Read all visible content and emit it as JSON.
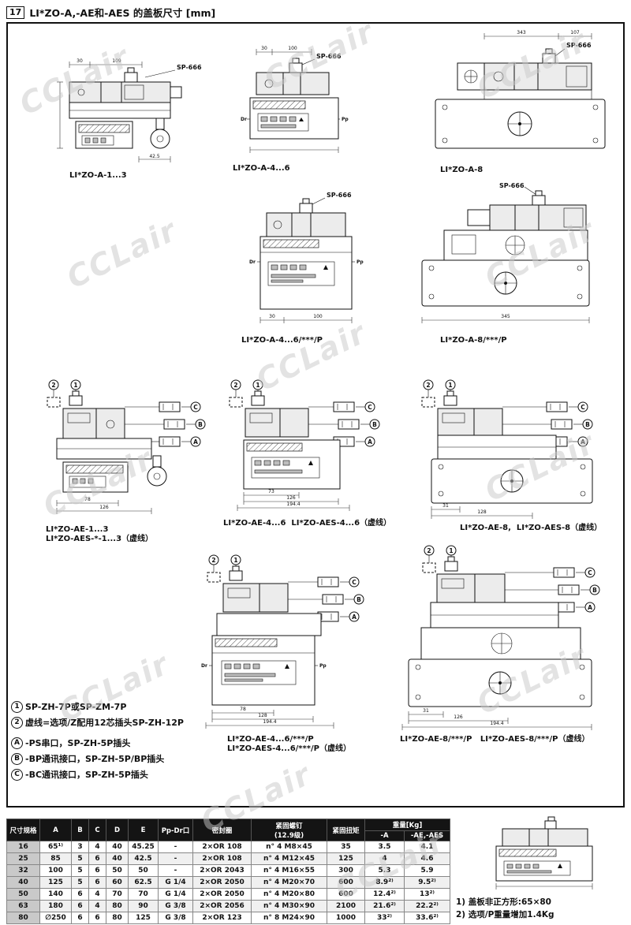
{
  "watermark": {
    "text": "CCLair"
  },
  "header": {
    "index": "17",
    "title": "LI*ZO-A,-AE和-AES 的盖板尺寸 [mm]"
  },
  "labels": {
    "sp666": "SP-666",
    "dr": "Dr",
    "pp": "Pp",
    "m1": "1",
    "m2": "2",
    "mA": "A",
    "mB": "B",
    "mC": "C"
  },
  "drawings": {
    "a13": {
      "caption": "LI*ZO-A-1...3",
      "dims": [
        "30",
        "109",
        "42.5"
      ]
    },
    "a46": {
      "caption": "LI*ZO-A-4...6",
      "dims": [
        "30",
        "100"
      ]
    },
    "a8": {
      "caption": "LI*ZO-A-8",
      "dims": [
        "343",
        "107"
      ]
    },
    "a46p": {
      "caption": "LI*ZO-A-4...6/***/P",
      "dims": [
        "30",
        "100"
      ]
    },
    "a8p": {
      "caption": "LI*ZO-A-8/***/P",
      "dims": [
        "345"
      ]
    },
    "ae13": {
      "caption1": "LI*ZO-AE-1...3",
      "caption2": "LI*ZO-AES-*-1...3（虚线）",
      "dims": [
        "78",
        "126"
      ]
    },
    "ae46": {
      "caption": "LI*ZO-AE-4...6  LI*ZO-AES-4...6（虚线）",
      "dims": [
        "73",
        "126",
        "194.4"
      ]
    },
    "ae8": {
      "caption": "LI*ZO-AE-8,  LI*ZO-AES-8（虚线）",
      "dims": [
        "31",
        "128"
      ]
    },
    "ae46p": {
      "caption1": "LI*ZO-AE-4...6/***/P",
      "caption2": "LI*ZO-AES-4...6/***/P（虚线）",
      "dims": [
        "78",
        "128",
        "194.4"
      ]
    },
    "ae8p": {
      "caption": "LI*ZO-AE-8/***/P   LI*ZO-AES-8/***/P（虚线）",
      "dims": [
        "31",
        "126",
        "194.4"
      ]
    }
  },
  "notes": {
    "n1": {
      "marker": "1",
      "text": "SP-ZH-7P或SP-ZM-7P"
    },
    "n2": {
      "marker": "2",
      "text": "虚线=选项/Z配用12芯插头SP-ZH-12P"
    },
    "na": {
      "marker": "A",
      "text": "-PS串口，SP-ZH-5P插头"
    },
    "nb": {
      "marker": "B",
      "text": "-BP通讯接口，SP-ZH-5P/BP插头"
    },
    "nc": {
      "marker": "C",
      "text": "-BC通讯接口，SP-ZH-5P插头"
    }
  },
  "table": {
    "headers": {
      "size": "尺寸规格",
      "a": "A",
      "b": "B",
      "c": "C",
      "d": "D",
      "e": "E",
      "pp_dr": "Pp-Dr口",
      "seal": "密封圈",
      "screws": "紧固螺钉\n(12.9级)",
      "torque": "紧固扭矩",
      "weight": "重量[Kg]",
      "w_a": "-A",
      "w_ae": "-AE,-AES"
    },
    "rows": [
      [
        "16",
        "65¹⁾",
        "3",
        "4",
        "40",
        "45.25",
        "-",
        "2×OR 108",
        "n° 4 M8×45",
        "35",
        "3.5",
        "4.1"
      ],
      [
        "25",
        "85",
        "5",
        "6",
        "40",
        "42.5",
        "-",
        "2×OR 108",
        "n° 4 M12×45",
        "125",
        "4",
        "4.6"
      ],
      [
        "32",
        "100",
        "5",
        "6",
        "50",
        "50",
        "-",
        "2×OR 2043",
        "n° 4 M16×55",
        "300",
        "5.3",
        "5.9"
      ],
      [
        "40",
        "125",
        "5",
        "6",
        "60",
        "62.5",
        "G 1/4",
        "2×OR 2050",
        "n° 4 M20×70",
        "600",
        "8.9²⁾",
        "9.5²⁾"
      ],
      [
        "50",
        "140",
        "6",
        "4",
        "70",
        "70",
        "G 1/4",
        "2×OR 2050",
        "n° 4 M20×80",
        "600",
        "12.4²⁾",
        "13²⁾"
      ],
      [
        "63",
        "180",
        "6",
        "4",
        "80",
        "90",
        "G 3/8",
        "2×OR 2056",
        "n° 4 M30×90",
        "2100",
        "21.6²⁾",
        "22.2²⁾"
      ],
      [
        "80",
        "∅250",
        "6",
        "6",
        "80",
        "125",
        "G 3/8",
        "2×OR 123",
        "n° 8 M24×90",
        "1000",
        "33²⁾",
        "33.6²⁾"
      ]
    ]
  },
  "footnotes": {
    "f1": "1) 盖板非正方形:65×80",
    "f2": "2) 选项/P重量增加1.4Kg"
  }
}
